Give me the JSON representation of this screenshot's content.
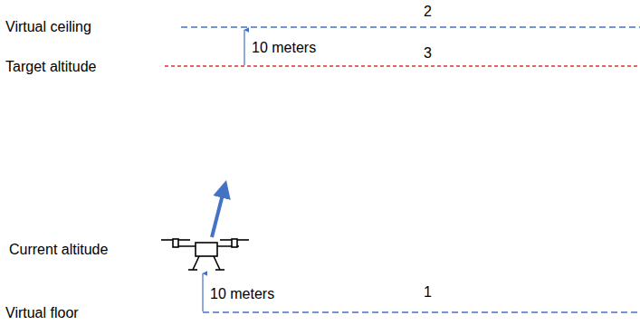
{
  "diagram": {
    "labels": [
      "Virtual ceiling",
      "2",
      "10 meters",
      "Target altitude",
      "3",
      "Current altitude",
      "10 meters",
      "1",
      "Virtual floor"
    ]
  }
}
